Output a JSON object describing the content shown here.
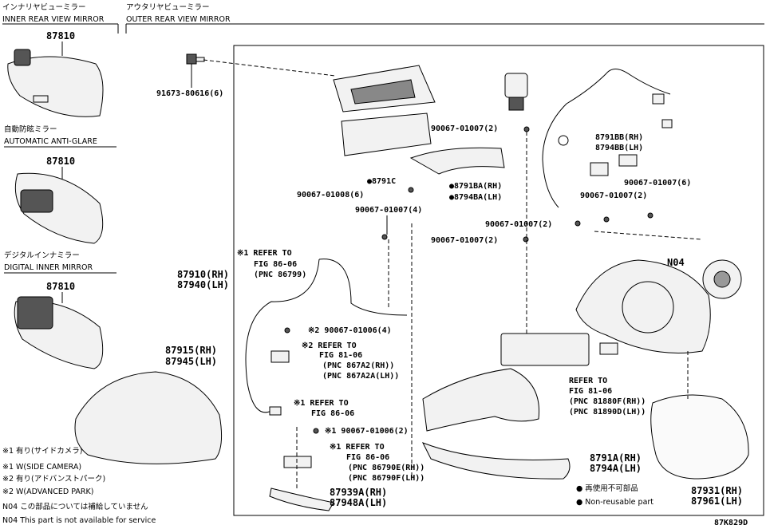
{
  "headers": {
    "inner_jp": "インナリヤビューミラー",
    "inner_en": "INNER REAR VIEW MIRROR",
    "outer_jp": "アウタリヤビューミラー",
    "outer_en": "OUTER REAR VIEW MIRROR"
  },
  "inner_section": {
    "pn1": "87810",
    "auto_jp": "自動防眩ミラー",
    "auto_en": "AUTOMATIC ANTI-GLARE",
    "pn2": "87810",
    "digital_jp": "デジタルインナミラー",
    "digital_en": "DIGITAL INNER MIRROR",
    "pn3": "87810"
  },
  "outer_labels": {
    "bolt_top": "91673-80616(6)",
    "screw_a": "90067-01007(2)",
    "pn_8791c": "●8791C",
    "pn_8791ba": "●8791BA(RH)",
    "pn_8794ba": "●8794BA(LH)",
    "screw_b": "90067-01008(6)",
    "screw_c": "90067-01007(4)",
    "pn_8791bb": "8791BB(RH)",
    "pn_8794bb": "8794BB(LH)",
    "screw_d": "90067-01007(6)",
    "screw_e": "90067-01007(2)",
    "screw_f": "90067-01007(2)",
    "screw_g": "90067-01007(2)",
    "n04": "N04",
    "ref1_a": "※1 REFER TO",
    "ref1_b": "FIG 86-06",
    "ref1_c": "(PNC 86799)",
    "pn_87910": "87910(RH)",
    "pn_87940": "87940(LH)",
    "screw_h": "※2 90067-01006(4)",
    "ref2_a": "※2 REFER TO",
    "ref2_b": "FIG 81-06",
    "ref2_c": "(PNC 867A2(RH))",
    "ref2_d": "(PNC 867A2A(LH))",
    "pn_87915": "87915(RH)",
    "pn_87945": "87945(LH)",
    "ref3_a": "※1 REFER TO",
    "ref3_b": "FIG 86-06",
    "screw_i": "※1 90067-01006(2)",
    "ref4_a": "※1 REFER TO",
    "ref4_b": "FIG 86-06",
    "ref4_c": "(PNC 86790E(RH))",
    "ref4_d": "(PNC 86790F(LH))",
    "pn_87939a": "87939A(RH)",
    "pn_87948a": "87948A(LH)",
    "ref5_a": "REFER TO",
    "ref5_b": "FIG 81-06",
    "ref5_c": "(PNC 81880F(RH))",
    "ref5_d": "(PNC 81890D(LH))",
    "pn_8791a": "8791A(RH)",
    "pn_8794a": "8794A(LH)",
    "legend_jp": "● 再使用不可部品",
    "legend_en": "● Non-reusable part",
    "pn_87931": "87931(RH)",
    "pn_87961": "87961(LH)"
  },
  "notes": {
    "n1": "※1 有り(サイドカメラ)",
    "n2": "※1 W(SIDE CAMERA)",
    "n3": "※2 有り(アドバンストパーク)",
    "n4": "※2 W(ADVANCED PARK)",
    "n5": "N04 この部品については補給していません",
    "n6": "N04 This part is not available for service"
  },
  "figure_id": "87K829D"
}
